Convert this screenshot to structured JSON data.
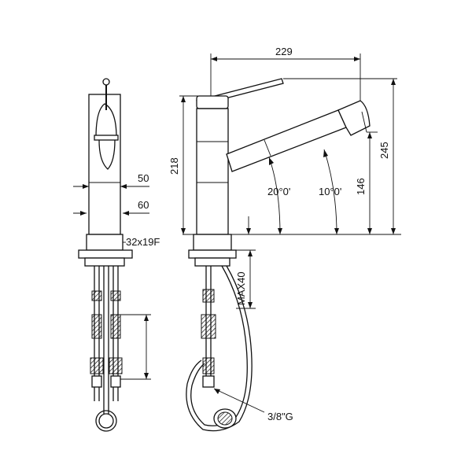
{
  "dimensions": {
    "width_229": "229",
    "height_245": "245",
    "height_218": "218",
    "height_146": "146",
    "angle_20": "20°0'",
    "angle_10": "10°0'",
    "hole_50": "50",
    "hole_60": "60",
    "thread_32x19f": "32x19F",
    "max_40": "MAX40",
    "connection_3_8g": "3/8\"G"
  }
}
